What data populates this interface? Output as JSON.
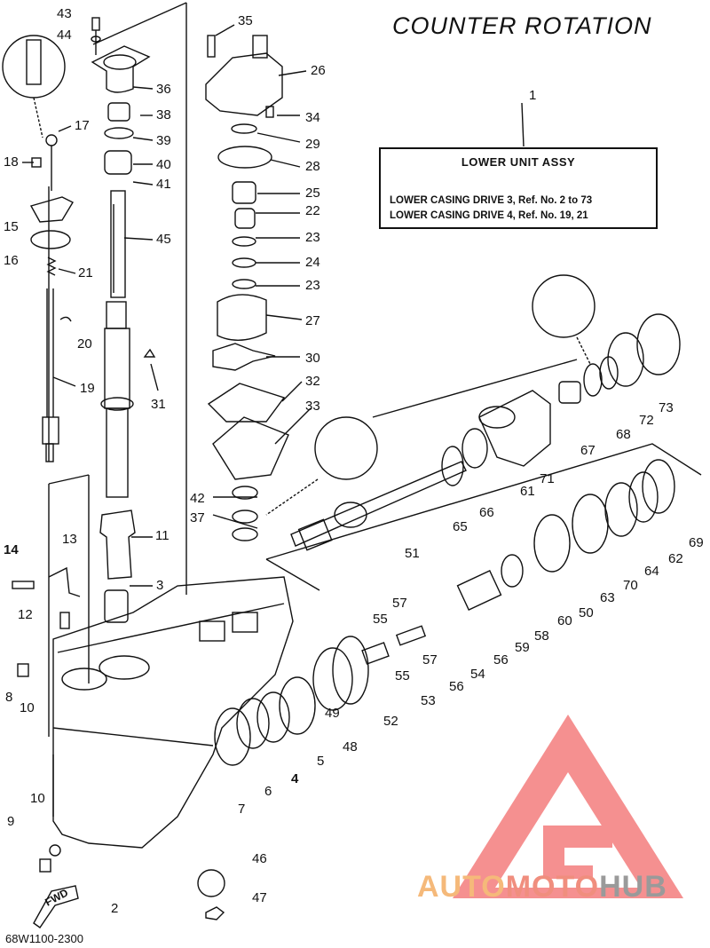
{
  "heading": "COUNTER  ROTATION",
  "info_box": {
    "title": "LOWER  UNIT ASSY",
    "line1": "LOWER CASING DRIVE 3, Ref. No. 2 to 73",
    "line2": "LOWER CASING DRIVE 4, Ref. No. 19, 21"
  },
  "footer_code": "68W1100-2300",
  "fwd_label": "FWD",
  "watermark": {
    "part1": "AUTO",
    "part2": "MOTO",
    "part3": "HUB",
    "colors": {
      "light": "#f5b97a",
      "pink": "#f08e7e",
      "grey": "#9a9a9a",
      "triangle": "#f26b6b"
    }
  },
  "callouts": [
    {
      "id": "c1",
      "label": "1"
    },
    {
      "id": "c2",
      "label": "2"
    },
    {
      "id": "c3",
      "label": "3"
    },
    {
      "id": "c4",
      "label": "4"
    },
    {
      "id": "c5",
      "label": "5"
    },
    {
      "id": "c6",
      "label": "6"
    },
    {
      "id": "c7",
      "label": "7"
    },
    {
      "id": "c8",
      "label": "8"
    },
    {
      "id": "c9",
      "label": "9"
    },
    {
      "id": "c10a",
      "label": "10"
    },
    {
      "id": "c10b",
      "label": "10"
    },
    {
      "id": "c11",
      "label": "11"
    },
    {
      "id": "c12",
      "label": "12"
    },
    {
      "id": "c13",
      "label": "13"
    },
    {
      "id": "c14",
      "label": "14"
    },
    {
      "id": "c15",
      "label": "15"
    },
    {
      "id": "c16",
      "label": "16"
    },
    {
      "id": "c17",
      "label": "17"
    },
    {
      "id": "c18",
      "label": "18"
    },
    {
      "id": "c19",
      "label": "19"
    },
    {
      "id": "c20",
      "label": "20"
    },
    {
      "id": "c21",
      "label": "21"
    },
    {
      "id": "c22",
      "label": "22"
    },
    {
      "id": "c23a",
      "label": "23"
    },
    {
      "id": "c23b",
      "label": "23"
    },
    {
      "id": "c24",
      "label": "24"
    },
    {
      "id": "c25",
      "label": "25"
    },
    {
      "id": "c26",
      "label": "26"
    },
    {
      "id": "c27",
      "label": "27"
    },
    {
      "id": "c28",
      "label": "28"
    },
    {
      "id": "c29",
      "label": "29"
    },
    {
      "id": "c30",
      "label": "30"
    },
    {
      "id": "c31",
      "label": "31"
    },
    {
      "id": "c32",
      "label": "32"
    },
    {
      "id": "c33",
      "label": "33"
    },
    {
      "id": "c34",
      "label": "34"
    },
    {
      "id": "c35",
      "label": "35"
    },
    {
      "id": "c36",
      "label": "36"
    },
    {
      "id": "c37",
      "label": "37"
    },
    {
      "id": "c38",
      "label": "38"
    },
    {
      "id": "c39",
      "label": "39"
    },
    {
      "id": "c40",
      "label": "40"
    },
    {
      "id": "c41",
      "label": "41"
    },
    {
      "id": "c42",
      "label": "42"
    },
    {
      "id": "c43",
      "label": "43"
    },
    {
      "id": "c44",
      "label": "44"
    },
    {
      "id": "c45",
      "label": "45"
    },
    {
      "id": "c46",
      "label": "46"
    },
    {
      "id": "c47",
      "label": "47"
    },
    {
      "id": "c48",
      "label": "48"
    },
    {
      "id": "c49",
      "label": "49"
    },
    {
      "id": "c50",
      "label": "50"
    },
    {
      "id": "c51",
      "label": "51"
    },
    {
      "id": "c52",
      "label": "52"
    },
    {
      "id": "c53",
      "label": "53"
    },
    {
      "id": "c54",
      "label": "54"
    },
    {
      "id": "c55a",
      "label": "55"
    },
    {
      "id": "c55b",
      "label": "55"
    },
    {
      "id": "c56a",
      "label": "56"
    },
    {
      "id": "c56b",
      "label": "56"
    },
    {
      "id": "c57a",
      "label": "57"
    },
    {
      "id": "c57b",
      "label": "57"
    },
    {
      "id": "c58",
      "label": "58"
    },
    {
      "id": "c59",
      "label": "59"
    },
    {
      "id": "c60",
      "label": "60"
    },
    {
      "id": "c61",
      "label": "61"
    },
    {
      "id": "c62",
      "label": "62"
    },
    {
      "id": "c63",
      "label": "63"
    },
    {
      "id": "c64",
      "label": "64"
    },
    {
      "id": "c65",
      "label": "65"
    },
    {
      "id": "c66",
      "label": "66"
    },
    {
      "id": "c67",
      "label": "67"
    },
    {
      "id": "c68",
      "label": "68"
    },
    {
      "id": "c69",
      "label": "69"
    },
    {
      "id": "c70",
      "label": "70"
    },
    {
      "id": "c71",
      "label": "71"
    },
    {
      "id": "c72",
      "label": "72"
    },
    {
      "id": "c73",
      "label": "73"
    }
  ]
}
